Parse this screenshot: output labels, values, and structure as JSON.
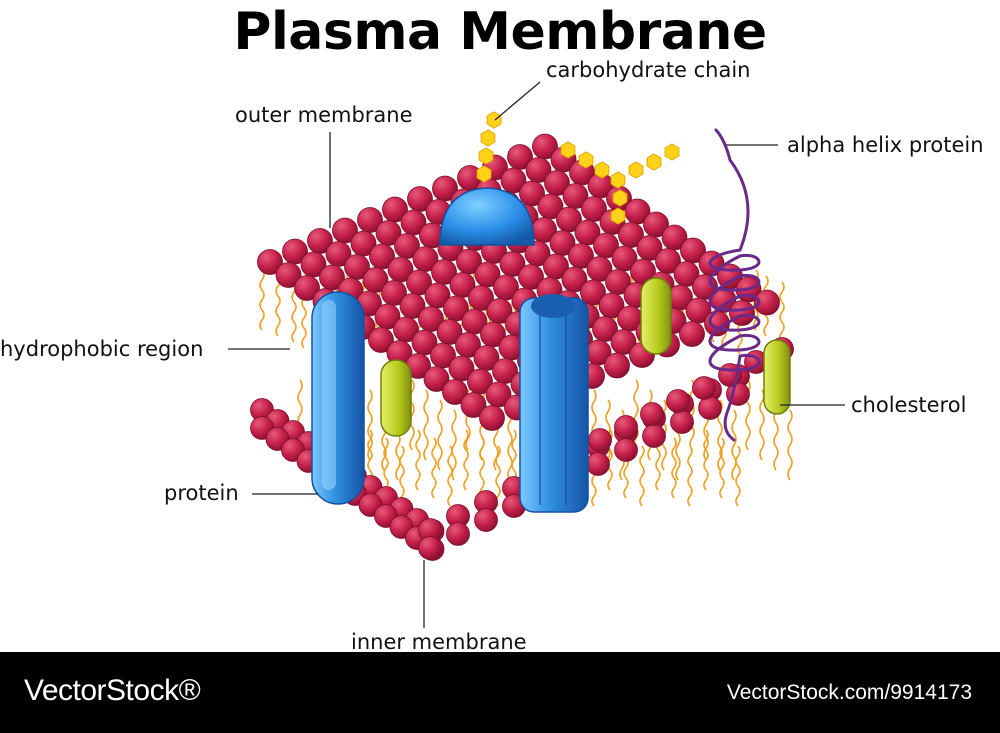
{
  "title": "Plasma Membrane",
  "labels": {
    "carbohydrate_chain": "carbohydrate chain",
    "outer_membrane": "outer membrane",
    "alpha_helix_protein": "alpha helix protein",
    "hydrophobic_region": "hydrophobic region",
    "cholesterol": "cholesterol",
    "protein": "protein",
    "inner_membrane": "inner membrane"
  },
  "footer": {
    "brand": "VectorStock®",
    "image_id": "VectorStock.com/9914173"
  },
  "colors": {
    "phospholipid_head": "#c2204a",
    "phospholipid_head_light": "#e0506f",
    "tail": "#f0a020",
    "protein_blue": "#2f8fe0",
    "protein_blue_dark": "#1a5fb0",
    "cholesterol": "#b8cc1e",
    "carbohydrate": "#ffd21a",
    "alpha_helix": "#6a2a8a",
    "footer_bg": "#000000"
  }
}
